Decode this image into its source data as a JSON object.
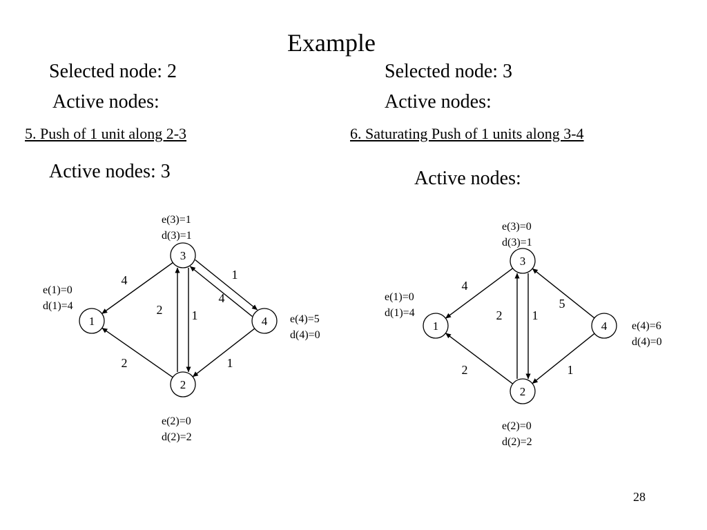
{
  "title": "Example",
  "left": {
    "selected": "Selected node: 2",
    "active1": "Active nodes:",
    "step": "5. Push of 1 unit along 2-3",
    "active2": "Active nodes: 3",
    "graph": {
      "nodes": [
        {
          "id": "1",
          "annot": [
            "e(1)=0",
            "d(1)=4"
          ]
        },
        {
          "id": "2",
          "annot": [
            "e(2)=0",
            "d(2)=2"
          ]
        },
        {
          "id": "3",
          "annot": [
            "e(3)=1",
            "d(3)=1"
          ]
        },
        {
          "id": "4",
          "annot": [
            "e(4)=5",
            "d(4)=0"
          ]
        }
      ],
      "edges": [
        {
          "from": "3",
          "to": "1",
          "label": "4"
        },
        {
          "from": "2",
          "to": "1",
          "label": "2"
        },
        {
          "from": "2",
          "to": "3",
          "label": "2"
        },
        {
          "from": "3",
          "to": "2",
          "label": "1"
        },
        {
          "from": "3",
          "to": "4",
          "label": "1"
        },
        {
          "from": "4",
          "to": "3",
          "label": "4"
        },
        {
          "from": "4",
          "to": "2",
          "label": "1"
        }
      ]
    }
  },
  "right": {
    "selected": "Selected node: 3",
    "active1": "Active nodes:",
    "step": "6. Saturating Push of 1 units along 3-4",
    "active2": "Active nodes:",
    "graph": {
      "nodes": [
        {
          "id": "1",
          "annot": [
            "e(1)=0",
            "d(1)=4"
          ]
        },
        {
          "id": "2",
          "annot": [
            "e(2)=0",
            "d(2)=2"
          ]
        },
        {
          "id": "3",
          "annot": [
            "e(3)=0",
            "d(3)=1"
          ]
        },
        {
          "id": "4",
          "annot": [
            "e(4)=6",
            "d(4)=0"
          ]
        }
      ],
      "edges": [
        {
          "from": "3",
          "to": "1",
          "label": "4"
        },
        {
          "from": "2",
          "to": "1",
          "label": "2"
        },
        {
          "from": "2",
          "to": "3",
          "label": "2"
        },
        {
          "from": "3",
          "to": "2",
          "label": "1"
        },
        {
          "from": "4",
          "to": "3",
          "label": "5"
        },
        {
          "from": "4",
          "to": "2",
          "label": "1"
        }
      ]
    }
  },
  "page_number": "28"
}
